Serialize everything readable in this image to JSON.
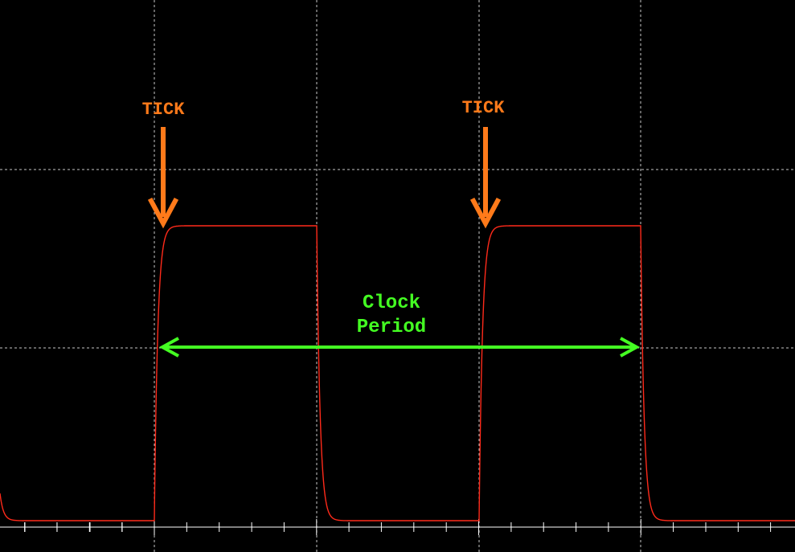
{
  "colors": {
    "background": "#000000",
    "grid": "#c8c8c8",
    "axis": "#ffffff",
    "waveform": "#ff2a1a",
    "tick_annotation": "#ff7a1a",
    "period_annotation": "#44ff22"
  },
  "annotations": {
    "tick_label": "TICK",
    "period_label_line1": "Clock",
    "period_label_line2": "Period"
  },
  "icons": {
    "tick_arrow": "arrow-down-icon",
    "period_arrow": "double-headed-arrow-icon"
  }
}
